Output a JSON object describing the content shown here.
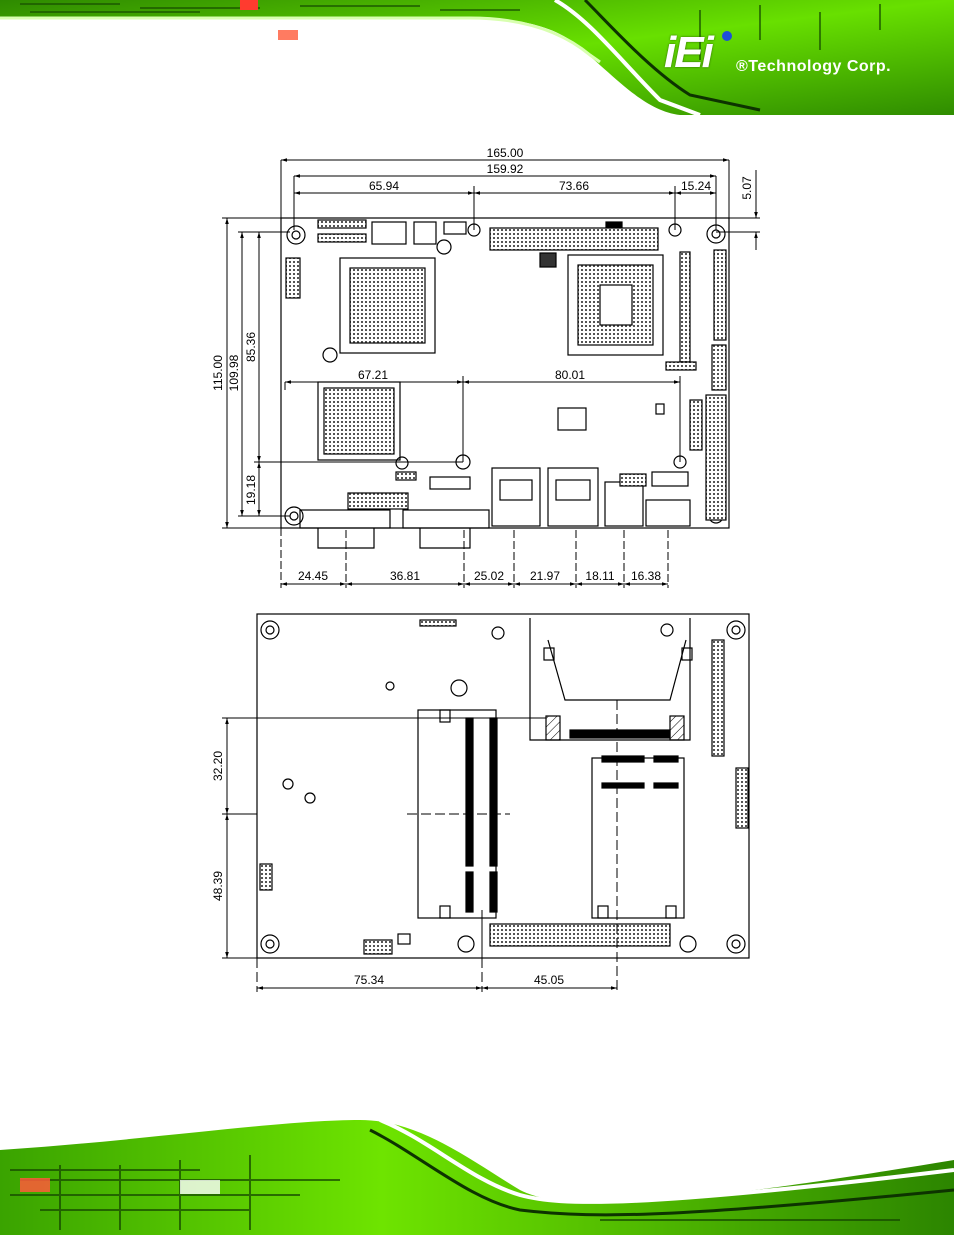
{
  "header": {
    "logo_text": "iEi",
    "company": "®Technology Corp."
  },
  "top_view_dimensions": {
    "width_total": "165.00",
    "width_a": "159.92",
    "seg_65": "65.94",
    "seg_73": "73.66",
    "seg_15": "15.24",
    "offset_507": "5.07",
    "height_total": "115.00",
    "height_a": "109.98",
    "height_b": "85.36",
    "height_c": "19.18",
    "seg_67": "67.21",
    "seg_80": "80.01",
    "bottom_1": "24.45",
    "bottom_2": "36.81",
    "bottom_3": "25.02",
    "bottom_4": "21.97",
    "bottom_5": "18.11",
    "bottom_6": "16.38"
  },
  "bottom_view_dimensions": {
    "height_1": "32.20",
    "height_2": "48.39",
    "width_1": "75.34",
    "width_2": "45.05"
  },
  "colors": {
    "pcb_green": "#5fd400",
    "dark_green": "#1f5a00",
    "line": "#000000"
  }
}
